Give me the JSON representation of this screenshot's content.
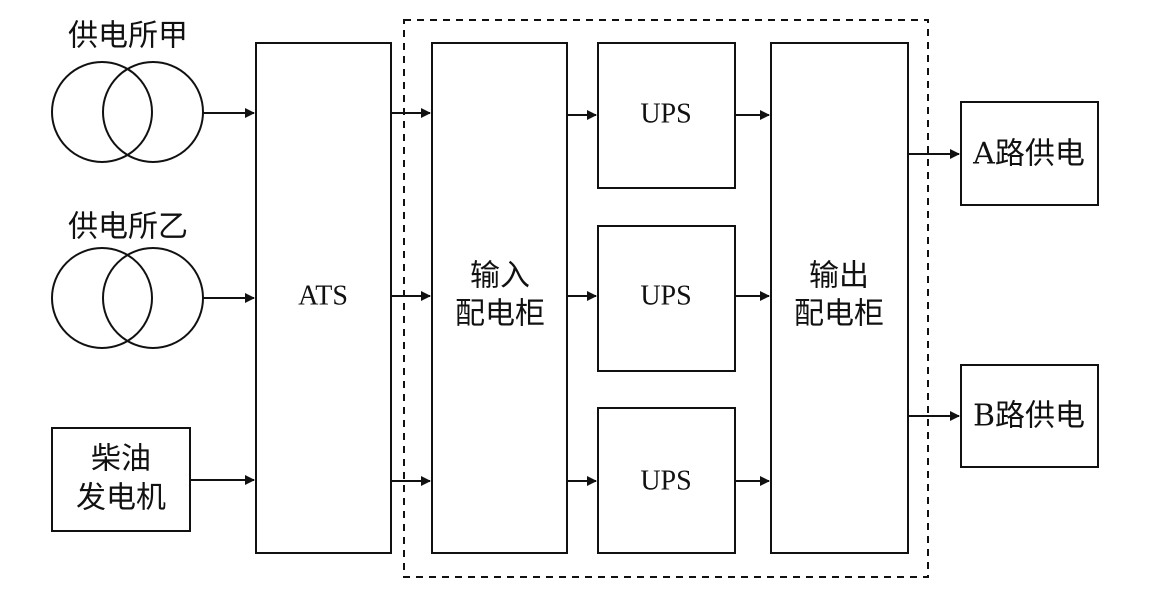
{
  "sources": {
    "substation_a": "供电所甲",
    "substation_b": "供电所乙",
    "generator_line1": "柴油",
    "generator_line2": "发电机"
  },
  "ats": "ATS",
  "input_panel": {
    "line1": "输入",
    "line2": "配电柜"
  },
  "ups_units": [
    "UPS",
    "UPS",
    "UPS"
  ],
  "output_panel": {
    "line1": "输出",
    "line2": "配电柜"
  },
  "outputs": {
    "a": "A路供电",
    "b": "B路供电"
  },
  "colors": {
    "stroke": "#111111",
    "background": "#ffffff"
  }
}
